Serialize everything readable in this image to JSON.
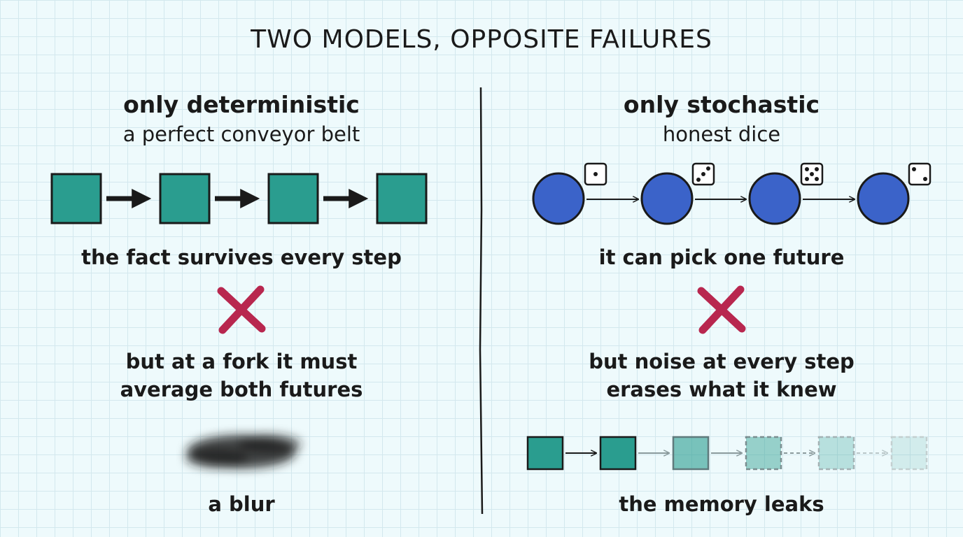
{
  "title": "TWO MODELS, OPPOSITE FAILURES",
  "left": {
    "heading": "only deterministic",
    "subheading": "a perfect conveyor belt",
    "success": "the fact survives every step",
    "failure_line1": "but at a fork it must",
    "failure_line2": "average both futures",
    "result": "a blur",
    "icons": [
      "square-node",
      "arrow",
      "cross-icon",
      "blur-smudge"
    ]
  },
  "right": {
    "heading": "only stochastic",
    "subheading": "honest dice",
    "success": "it can pick one future",
    "failure_line1": "but noise at every step",
    "failure_line2": "erases what it knew",
    "result": "the memory leaks",
    "dice_faces": [
      1,
      3,
      5,
      2
    ],
    "icons": [
      "circle-node",
      "die-icon",
      "arrow",
      "cross-icon",
      "fading-square-node"
    ]
  },
  "colors": {
    "teal": "#2a9d8f",
    "blue": "#3b63c9",
    "cross": "#b8274f",
    "ink": "#1a1a1a",
    "background": "#eefafc"
  }
}
